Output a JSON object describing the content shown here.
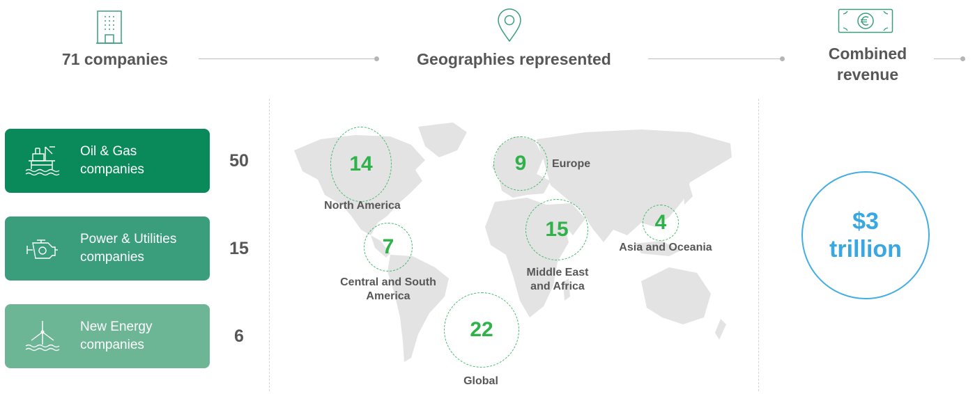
{
  "header": {
    "companies_total": "71 companies",
    "geographies_title": "Geographies represented",
    "revenue_title_line1": "Combined",
    "revenue_title_line2": "revenue",
    "icons": [
      "building-icon",
      "location-pin-icon",
      "euro-banknote-icon"
    ]
  },
  "segments": [
    {
      "line1": "Oil & Gas",
      "line2": "companies",
      "count": "50",
      "icon": "oil-rig-icon",
      "color": "#0a8a5a"
    },
    {
      "line1": "Power & Utilities",
      "line2": "companies",
      "count": "15",
      "icon": "engine-icon",
      "color": "#3a9e7c"
    },
    {
      "line1": "New Energy",
      "line2": "companies",
      "count": "6",
      "icon": "offshore-wind-turbine-icon",
      "color": "#6cb695"
    }
  ],
  "regions": [
    {
      "value": "14",
      "label": "North America"
    },
    {
      "value": "9",
      "label": "Europe"
    },
    {
      "value": "7",
      "label_line1": "Central and South",
      "label_line2": "America"
    },
    {
      "value": "15",
      "label_line1": "Middle East",
      "label_line2": "and Africa"
    },
    {
      "value": "4",
      "label": "Asia and Oceania"
    },
    {
      "value": "22",
      "label": "Global"
    }
  ],
  "revenue": {
    "line1": "$3",
    "line2": "trillion"
  },
  "colors": {
    "text": "#575757",
    "region_green": "#2fb24a",
    "revenue_blue": "#3aa8e0",
    "map_land": "#e3e3e3"
  }
}
